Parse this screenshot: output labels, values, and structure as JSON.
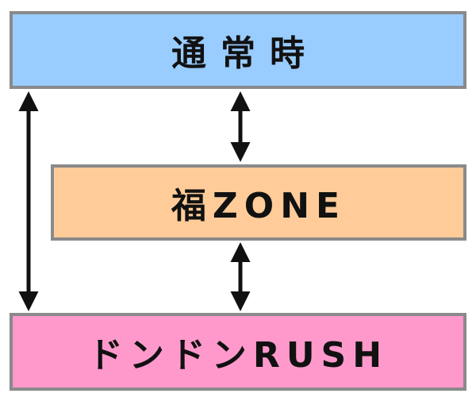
{
  "states": {
    "normal": {
      "label": "通常時",
      "color": "#99ccff"
    },
    "zone": {
      "label": "福ZONE",
      "color": "#ffcc99"
    },
    "rush": {
      "label": "ドンドンRUSH",
      "color": "#ff99cc"
    }
  },
  "connections": [
    {
      "from": "normal",
      "to": "zone",
      "bidirectional": true
    },
    {
      "from": "zone",
      "to": "rush",
      "bidirectional": true
    },
    {
      "from": "normal",
      "to": "rush",
      "bidirectional": true
    }
  ],
  "colors": {
    "border": "#8a8a8a",
    "arrow": "#111111"
  }
}
